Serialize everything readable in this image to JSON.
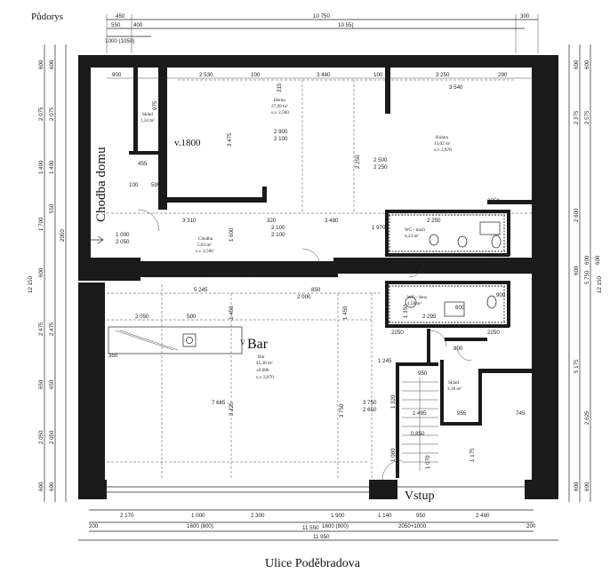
{
  "page_title": "Půdorys",
  "street_label": "Ulice Poděbradova",
  "corridor_label": "Chodba domu",
  "entrance_label": "Vstup",
  "bar_label": "Bar",
  "bar_prefix": "V",
  "level_v1800": "v.1800",
  "rooms": [
    {
      "id": "herna",
      "lines": [
        "Herna",
        "27,09 m²",
        "s.v. 2,500"
      ]
    },
    {
      "id": "kuchyne",
      "lines": [
        "Kuhna",
        "13,02 m²",
        "s.v. 2,870"
      ]
    },
    {
      "id": "sklad-top",
      "lines": [
        "Sklad",
        "1,34 m²"
      ]
    },
    {
      "id": "chodba",
      "lines": [
        "Chodba",
        "5,03 m²",
        "s.v. 2,500"
      ]
    },
    {
      "id": "wc-muzi",
      "lines": [
        "WC - muži",
        "4,23 m²"
      ]
    },
    {
      "id": "wc-zeny",
      "lines": [
        "WC - ženy",
        "4,58 m²"
      ]
    },
    {
      "id": "bar-room",
      "lines": [
        "Bar",
        "45,38 m²",
        "±0,000",
        "s.v. 2,870"
      ]
    },
    {
      "id": "sklad-bottom",
      "lines": [
        "Sklad",
        "3,18 m²"
      ]
    }
  ],
  "top_dims_row1": [
    "450",
    "10 750",
    "300"
  ],
  "top_dims_row2": [
    "550",
    "400",
    "10 55("
  ],
  "top_dims_row3": [
    "1000 (1050)"
  ],
  "interior_dims_top": [
    "900",
    "2 530",
    "100",
    "3 480",
    "100",
    "3 250",
    "290",
    "3 540",
    "315"
  ],
  "bottom_dims_row1": [
    "2 170",
    "1 000",
    "2 300",
    "1 900",
    "1 140",
    "950",
    "2 490"
  ],
  "bottom_dims_row2": [
    "200",
    "1600 (800)",
    "1600 (800)",
    "2050+1000",
    "200"
  ],
  "bottom_dims_row3": [
    "11 550",
    "11 950"
  ],
  "left_dims_outer": [
    "600",
    "600",
    "2 075",
    "1 400",
    "1 700",
    "600",
    "2 475",
    "650",
    "2 050",
    "600",
    "12 150"
  ],
  "left_dims_inner": [
    "2 075",
    "1 400",
    "550",
    "2050",
    "2 475",
    "650",
    "2 050",
    "600"
  ],
  "right_dims_outer": [
    "600",
    "600",
    "2 575",
    "2 600",
    "5 750",
    "5 175",
    "2 625",
    "600",
    "600",
    "12 150"
  ],
  "right_dims_inner": [
    "2 375",
    "600",
    "600",
    "600"
  ],
  "misc_dims": [
    "975",
    "3 475",
    "2 900",
    "2 100",
    "2 250",
    "2 500",
    "2 250",
    "1 600",
    "3 310",
    "320",
    "3 480",
    "2 250",
    "1 970",
    "2 100",
    "2 100",
    "1 000",
    "2 050",
    "5 245",
    "850",
    "2 000",
    "2 050",
    "500",
    "1 450",
    "1 450",
    "1 350",
    "2 295",
    "7 665",
    "3 225",
    "3 750",
    "3 750",
    "2 650",
    "1 320",
    "1 495",
    "955",
    "745",
    "1 175",
    "1 080",
    "1 070",
    "950",
    "1 245",
    "800",
    "1 970",
    "0,850",
    "150",
    "350",
    "2 500",
    "1 350",
    "900",
    "455",
    "595",
    "100",
    "900",
    "1 970",
    "2250",
    "2250",
    "2250",
    "2250",
    "2250",
    "900",
    "600",
    "1 970",
    "3 750",
    "1 080"
  ]
}
